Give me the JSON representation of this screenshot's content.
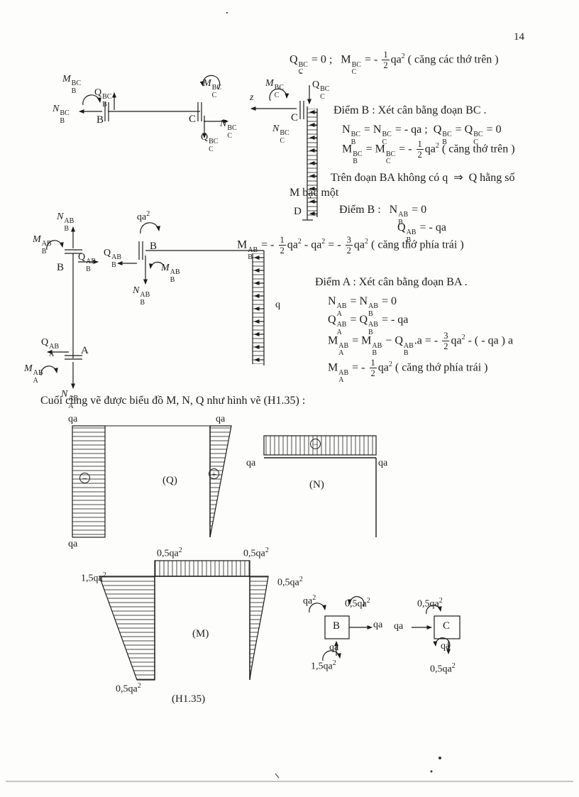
{
  "page_number": "14",
  "header_eq": "Q<span class='scr'><span>BC</span><span>C</span></span> = 0 ;&nbsp;&nbsp; M<span class='scr'><span>BC</span><span>C</span></span> = - <span class='fr'><span class='n'>1</span><span class='d'>2</span></span>qa<sup>2</sup> ( căng các thớ trên )",
  "block_b": {
    "title": "Điểm B : Xét cân bằng đoạn BC .",
    "eq1": "N<span class='scr'><span>BC</span><span>B</span></span> = N<span class='scr'><span>BC</span><span>C</span></span> = - qa ;&nbsp; Q<span class='scr'><span>BC</span><span>B</span></span> = Q<span class='scr'><span>BC</span><span>C</span></span> = 0",
    "eq2": "M<span class='scr'><span>BC</span><span>B</span></span> = M<span class='scr'><span>BC</span><span>C</span></span> = - <span class='fr'><span class='n'>1</span><span class='d'>2</span></span>qa<sup>2</sup> ( căng thớ trên )",
    "note1": "Trên đoạn BA không có q &nbsp;⇒&nbsp; Q hằng số",
    "note2": "M bậc một",
    "point2": "Điểm B :&nbsp;&nbsp; N<span class='scr'><span>AB</span><span>B</span></span> = 0",
    "point2_eq": "Q<span class='scr'><span>AB</span><span>B</span></span> = - qa"
  },
  "mid_eq": "M<span class='scr'><span>AB</span><span>B</span></span> = - <span class='fr'><span class='n'>1</span><span class='d'>2</span></span>qa<sup>2</sup> - qa<sup>2</sup> = - <span class='fr'><span class='n'>3</span><span class='d'>2</span></span>qa<sup>2</sup> ( căng thớ phía trái )",
  "block_a": {
    "title": "Điểm A : Xét cân bằng đoạn BA .",
    "eq1": "N<span class='scr'><span>AB</span><span>A</span></span> = N<span class='scr'><span>AB</span><span>B</span></span> = 0",
    "eq2": "Q<span class='scr'><span>AB</span><span>A</span></span> = Q<span class='scr'><span>AB</span><span>B</span></span> = - qa",
    "eq3": "M<span class='scr'><span>AB</span><span>A</span></span> = M<span class='scr'><span>AB</span><span>B</span></span> − Q<span class='scr'><span>AB</span><span>B</span></span>.a = - <span class='fr'><span class='n'>3</span><span class='d'>2</span></span>qa<sup>2</sup> - ( - qa ) a",
    "eq4": "M<span class='scr'><span>AB</span><span>A</span></span> = - <span class='fr'><span class='n'>1</span><span class='d'>2</span></span>qa<sup>2</sup> ( căng thớ phía trái )"
  },
  "caption": "Cuối cùng vẽ được biểu đồ M, N, Q như hình vẽ (H1.35) :",
  "fig_bc": {
    "m_b": "<i>M</i><span class='scr'><span>BC</span><span>B</span></span>",
    "q_b": "Q<span class='scr'><span>BC</span><span>B</span></span>",
    "n_b": "<i>N</i><span class='scr'><span>BC</span><span>B</span></span>",
    "b": "B",
    "m_c": "<i>M</i><span class='scr'><span>BC</span><span>C</span></span>",
    "c": "C",
    "n_c": "<i>N</i><span class='scr'><span>BC</span><span>C</span></span>",
    "q_c": "Q<span class='scr'><span>BC</span><span>C</span></span>"
  },
  "fig_cd": {
    "z": "<i>z</i>",
    "m_c": "<i>M</i><span class='scr'><span>BC</span><span>C</span></span>",
    "q_c": "Q<span class='scr'><span>BC</span><span>C</span></span>",
    "c": "C",
    "n_c": "<i>N</i><span class='scr'><span>BC</span><span>C</span></span>",
    "d": "D"
  },
  "fig_ab": {
    "n_b": "<i>N</i><span class='scr'><span>AB</span><span>B</span></span>",
    "m_b": "<i>M</i><span class='scr'><span>AB</span><span>B</span></span>",
    "b": "B",
    "q_b": "Q<span class='scr'><span>AB</span><span>B</span></span>",
    "q_a": "Q<span class='scr'><span>AB</span><span>A</span></span>",
    "a": "A",
    "m_a": "<i>M</i><span class='scr'><span>AB</span><span>A</span></span>",
    "n_a": "<i>N</i><span class='scr'><span>AB</span><span>A</span></span>"
  },
  "fig_b_joint": {
    "qa2": "qa<sup>2</sup>",
    "b": "B",
    "q_b": "Q<span class='scr'><span>AB</span><span>B</span></span>",
    "m_b": "<i>M</i><span class='scr'><span>AB</span><span>B</span></span>",
    "n_b": "<i>N</i><span class='scr'><span>AB</span><span>B</span></span>",
    "q": "q"
  },
  "diag_q": {
    "qa_top_left": "qa",
    "qa_bottom_left": "qa",
    "minus": "−",
    "label": "(Q)",
    "qa_top_right": "qa",
    "plus": "+"
  },
  "diag_n": {
    "minus": "−",
    "qa_left": "qa",
    "qa_right": "qa",
    "label": "(N)"
  },
  "diag_m": {
    "bar_left": "0,5qa<sup>2</sup>",
    "bar_right": "0,5qa<sup>2</sup>",
    "left_top": "1,5qa<sup>2</sup>",
    "right_top": "0,5qa<sup>2</sup>",
    "bottom_left": "0,5qa<sup>2</sup>",
    "label": "(M)",
    "figure_label": "(H1.35)"
  },
  "joint_b": {
    "m_top_left": "qa<sup>2</sup>",
    "m_top_right": "0,5qa<sup>2</sup>",
    "b": "B",
    "qa_right": "qa",
    "qa_bottom": "qa",
    "m_bottom": "1,5qa<sup>2</sup>"
  },
  "joint_c": {
    "m_top": "0,5qa<sup>2</sup>",
    "qa_left": "qa",
    "c": "C",
    "qa_bottom": "qa",
    "m_bottom": "0,5qa<sup>2</sup>"
  }
}
